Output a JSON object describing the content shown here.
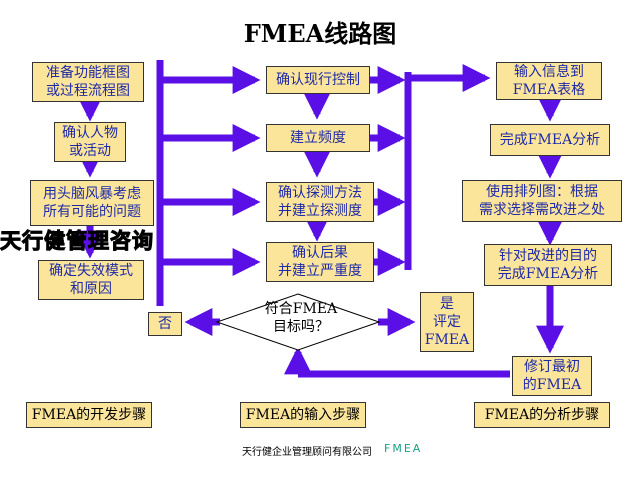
{
  "title": "FMEA线路图",
  "left_column": [
    "准备功能框图\n或过程流程图",
    "确认人物\n或活动",
    "用头脑风暴考虑\n所有可能的问题",
    "确定失效模式\n和原因"
  ],
  "middle_column": [
    "确认现行控制",
    "建立频度",
    "确认探测方法\n并建立探测度",
    "确认后果\n并建立严重度"
  ],
  "right_column": [
    "输入信息到\nFMEA表格",
    "完成FMEA分析",
    "使用排列图：根据\n需求选择需改进之处",
    "针对改进的目的\n完成FMEA分析",
    "修订最初\n的FMEA"
  ],
  "decision": {
    "question": "符合FMEA\n目标吗？",
    "no": "否",
    "yes": "是\n评定\nFMEA"
  },
  "phases": [
    "FMEA的开发步骤",
    "FMEA的输入步骤",
    "FMEA的分析步骤"
  ],
  "watermark": "天行健管理咨询",
  "footer": {
    "company": "天行健企业管理顾问有限公司",
    "brand": "FMEA"
  },
  "colors": {
    "arrow": "#5a0fe6",
    "box_fill": "#fbe59b",
    "box_text": "#1f2aa8"
  }
}
